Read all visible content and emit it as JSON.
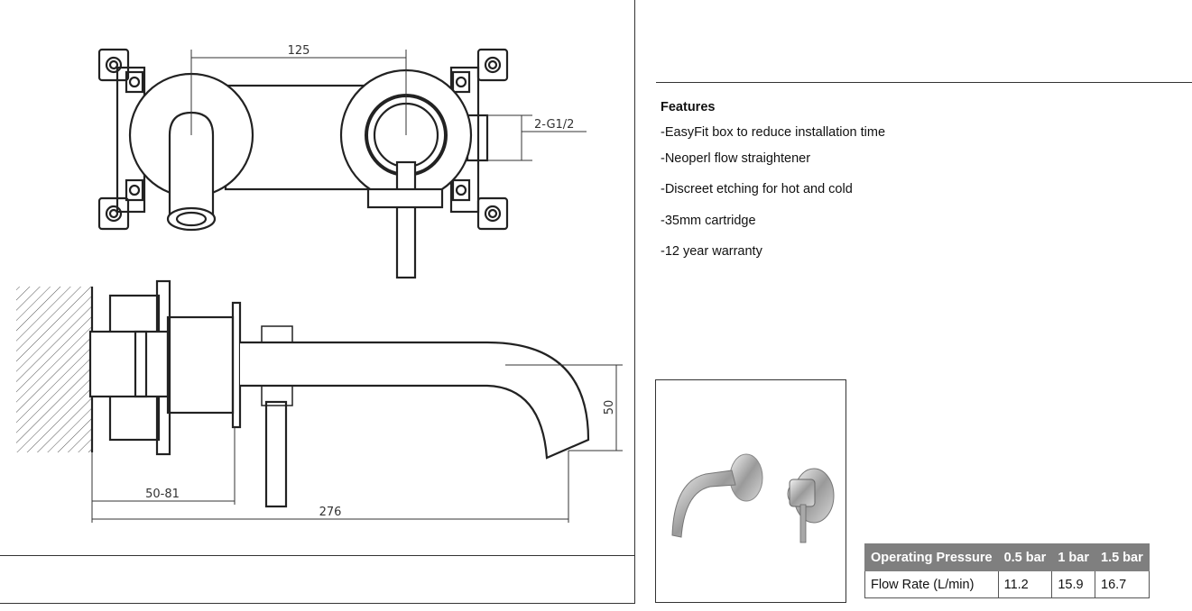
{
  "drawing": {
    "top_view": {
      "dim_spacing": "125",
      "dim_inlet": "2-G1/2"
    },
    "side_view": {
      "dim_height": "50",
      "dim_wall": "50-81",
      "dim_length": "276"
    }
  },
  "features": {
    "title": "Features",
    "items": [
      "-EasyFit box to reduce installation time",
      "-Neoperl flow straightener",
      "-Discreet etching for hot and cold",
      "-35mm cartridge",
      "-12 year warranty"
    ]
  },
  "flow_table": {
    "headers": [
      "Operating Pressure",
      "0.5 bar",
      "1 bar",
      "1.5 bar"
    ],
    "rows": [
      [
        "Flow Rate (L/min)",
        "11.2",
        "15.9",
        "16.7"
      ]
    ]
  }
}
